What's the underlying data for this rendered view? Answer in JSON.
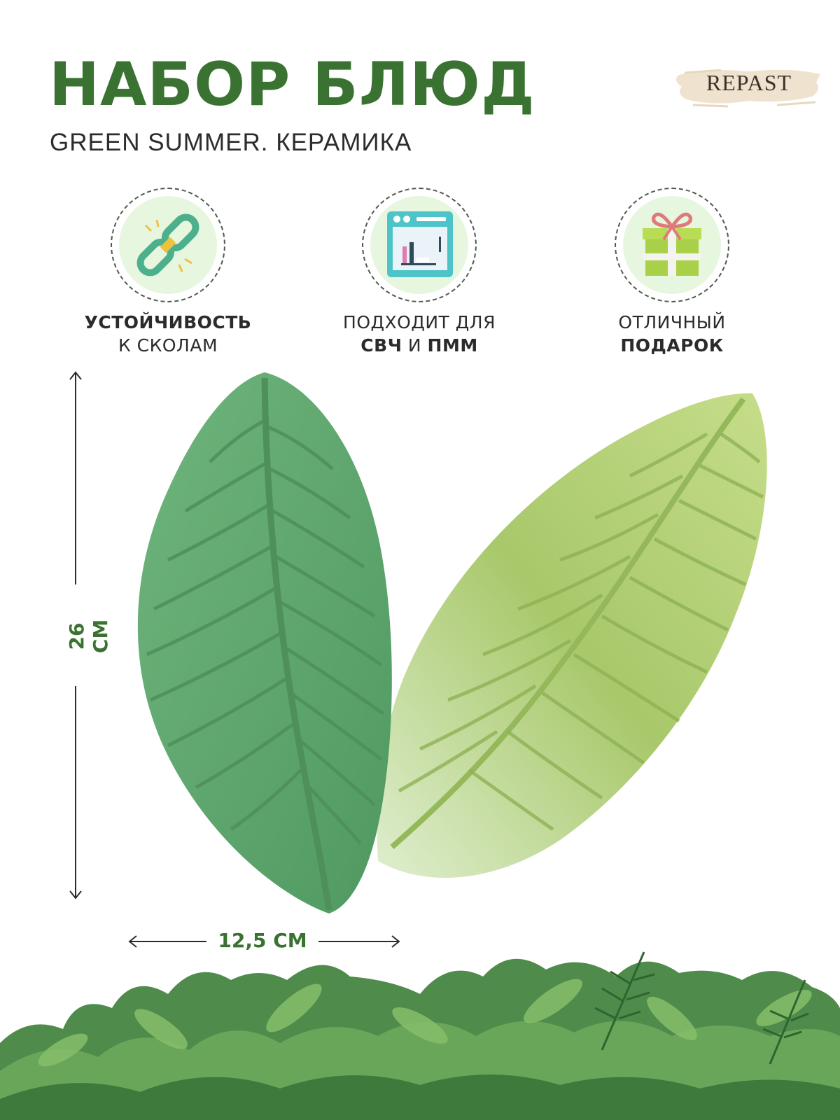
{
  "header": {
    "title": "НАБОР БЛЮД",
    "subtitle": "GREEN SUMMER. КЕРАМИКА",
    "brand": "REPAST"
  },
  "features": [
    {
      "icon": "chain-link-icon",
      "line1": "УСТОЙЧИВОСТЬ",
      "line2": "К СКОЛАМ"
    },
    {
      "icon": "microwave-icon",
      "line1": "ПОДХОДИТ ДЛЯ",
      "line2_bold1": "СВЧ",
      "line2_mid": " И ",
      "line2_bold2": "ПММ"
    },
    {
      "icon": "gift-icon",
      "line1": "ОТЛИЧНЫЙ",
      "line2": "ПОДАРОК"
    }
  ],
  "dimensions": {
    "height": "26 СМ",
    "width": "12,5 СМ"
  },
  "colors": {
    "accent": "#3a7231",
    "leaf_dark": "#64a870",
    "leaf_light": "#b7d47a",
    "icon_bg": "#e6f6df"
  }
}
